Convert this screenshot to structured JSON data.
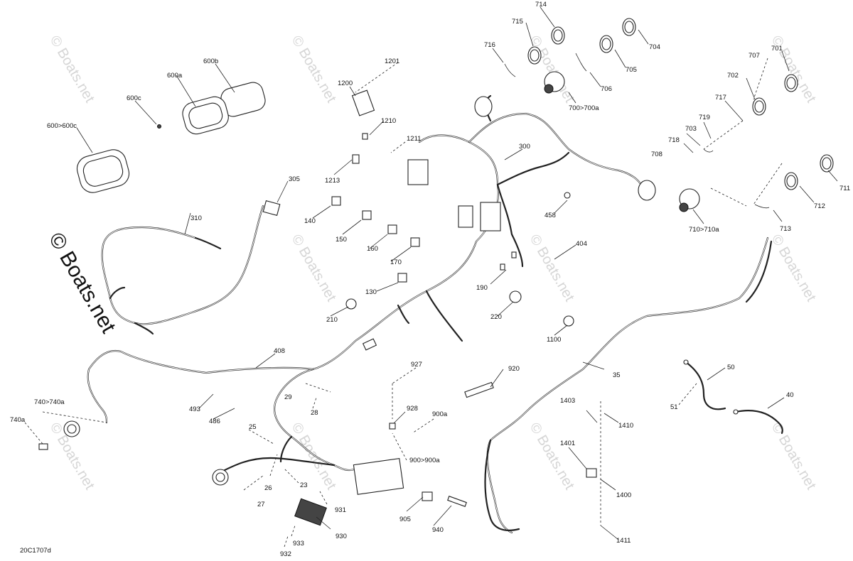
{
  "diagram": {
    "code": "20C1707d",
    "watermark": "© Boats.net",
    "callouts": [
      "714",
      "715",
      "704",
      "716",
      "705",
      "706",
      "700>700a",
      "1201",
      "1200",
      "707",
      "701",
      "702",
      "717",
      "719",
      "703",
      "718",
      "708",
      "711",
      "712",
      "713",
      "710>710a",
      "600b",
      "600a",
      "600c",
      "600>600c",
      "1210",
      "1211",
      "300",
      "1213",
      "305",
      "140",
      "150",
      "160",
      "170",
      "458",
      "310",
      "404",
      "130",
      "190",
      "210",
      "220",
      "1100",
      "408",
      "927",
      "920",
      "29",
      "28",
      "493",
      "486",
      "928",
      "900a",
      "35",
      "50",
      "40",
      "51",
      "1403",
      "1410",
      "1401",
      "1400",
      "740>740a",
      "740a",
      "25",
      "900>900a",
      "26",
      "23",
      "27",
      "931",
      "905",
      "940",
      "930",
      "933",
      "932",
      "1411"
    ]
  }
}
